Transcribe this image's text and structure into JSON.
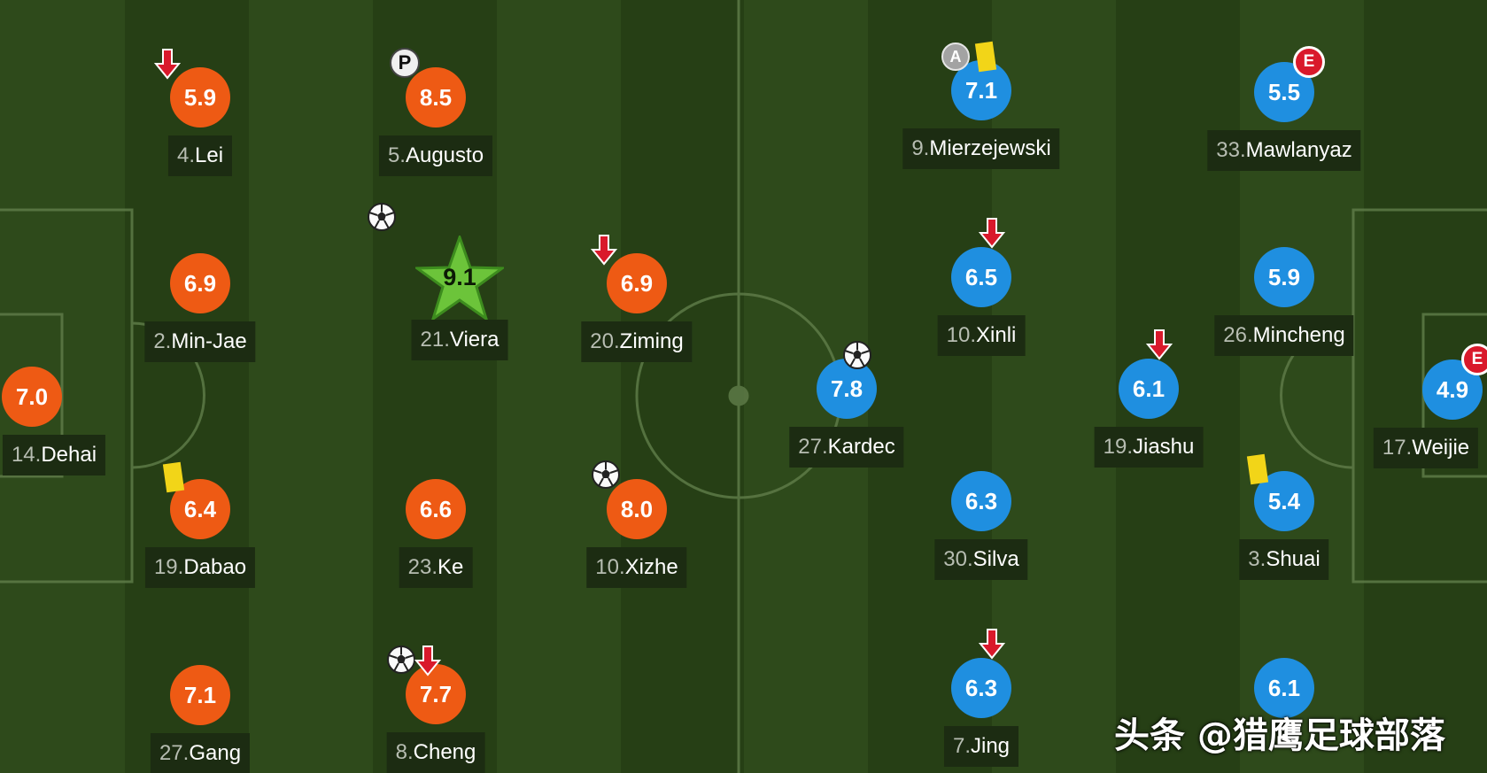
{
  "colors": {
    "home": "#ee5a14",
    "away": "#1f8fe0",
    "motm": "#6cc43a",
    "card": "#f2d518"
  },
  "players": [
    {
      "id": "lei",
      "number": "4.",
      "name": "Lei",
      "rating": "5.9",
      "team": "home",
      "icons": [
        "sub-off-arrow-icon"
      ]
    },
    {
      "id": "min-jae",
      "number": "2.",
      "name": "Min-Jae",
      "rating": "6.9",
      "team": "home",
      "icons": []
    },
    {
      "id": "dabao",
      "number": "19.",
      "name": "Dabao",
      "rating": "6.4",
      "team": "home",
      "icons": [
        "yellow-card-icon"
      ]
    },
    {
      "id": "gang",
      "number": "27.",
      "name": "Gang",
      "rating": "7.1",
      "team": "home",
      "icons": []
    },
    {
      "id": "dehai",
      "number": "14.",
      "name": "Dehai",
      "rating": "7.0",
      "team": "home",
      "icons": []
    },
    {
      "id": "augusto",
      "number": "5.",
      "name": "Augusto",
      "rating": "8.5",
      "team": "home",
      "icons": [
        "penalty-icon"
      ]
    },
    {
      "id": "viera",
      "number": "21.",
      "name": "Viera",
      "rating": "9.1",
      "team": "home",
      "motm": true,
      "icons": [
        "goal-ball-icon"
      ]
    },
    {
      "id": "ke",
      "number": "23.",
      "name": "Ke",
      "rating": "6.6",
      "team": "home",
      "icons": []
    },
    {
      "id": "cheng",
      "number": "8.",
      "name": "Cheng",
      "rating": "7.7",
      "team": "home",
      "icons": [
        "goal-ball-icon",
        "sub-off-arrow-icon"
      ]
    },
    {
      "id": "ziming",
      "number": "20.",
      "name": "Ziming",
      "rating": "6.9",
      "team": "home",
      "icons": [
        "sub-off-arrow-icon"
      ]
    },
    {
      "id": "xizhe",
      "number": "10.",
      "name": "Xizhe",
      "rating": "8.0",
      "team": "home",
      "icons": [
        "goal-ball-icon"
      ]
    },
    {
      "id": "mierzejewski",
      "number": "9.",
      "name": "Mierzejewski",
      "rating": "7.1",
      "team": "away",
      "icons": [
        "assist-icon",
        "yellow-card-icon"
      ]
    },
    {
      "id": "xinli",
      "number": "10.",
      "name": "Xinli",
      "rating": "6.5",
      "team": "away",
      "icons": [
        "sub-off-arrow-icon"
      ]
    },
    {
      "id": "kardec",
      "number": "27.",
      "name": "Kardec",
      "rating": "7.8",
      "team": "away",
      "icons": [
        "goal-ball-icon"
      ]
    },
    {
      "id": "silva",
      "number": "30.",
      "name": "Silva",
      "rating": "6.3",
      "team": "away",
      "icons": []
    },
    {
      "id": "jing",
      "number": "7.",
      "name": "Jing",
      "rating": "6.3",
      "team": "away",
      "icons": [
        "sub-off-arrow-icon"
      ]
    },
    {
      "id": "mawlanyaz",
      "number": "33.",
      "name": "Mawlanyaz",
      "rating": "5.5",
      "team": "away",
      "icons": [
        "error-icon"
      ]
    },
    {
      "id": "mincheng",
      "number": "26.",
      "name": "Mincheng",
      "rating": "5.9",
      "team": "away",
      "icons": []
    },
    {
      "id": "jiashu",
      "number": "19.",
      "name": "Jiashu",
      "rating": "6.1",
      "team": "away",
      "icons": [
        "sub-off-arrow-icon"
      ]
    },
    {
      "id": "shuai",
      "number": "3.",
      "name": "Shuai",
      "rating": "5.4",
      "team": "away",
      "icons": [
        "yellow-card-icon"
      ]
    },
    {
      "id": "unnamed-61",
      "number": "",
      "name": "",
      "rating": "6.1",
      "team": "away",
      "icons": []
    },
    {
      "id": "weijie",
      "number": "17.",
      "name": "Weijie",
      "rating": "4.9",
      "team": "away",
      "icons": [
        "error-icon"
      ]
    }
  ],
  "icon_glyphs": {
    "assist": "A",
    "error": "E",
    "penalty": "P"
  },
  "watermark": "头条 @猎鹰足球部落"
}
